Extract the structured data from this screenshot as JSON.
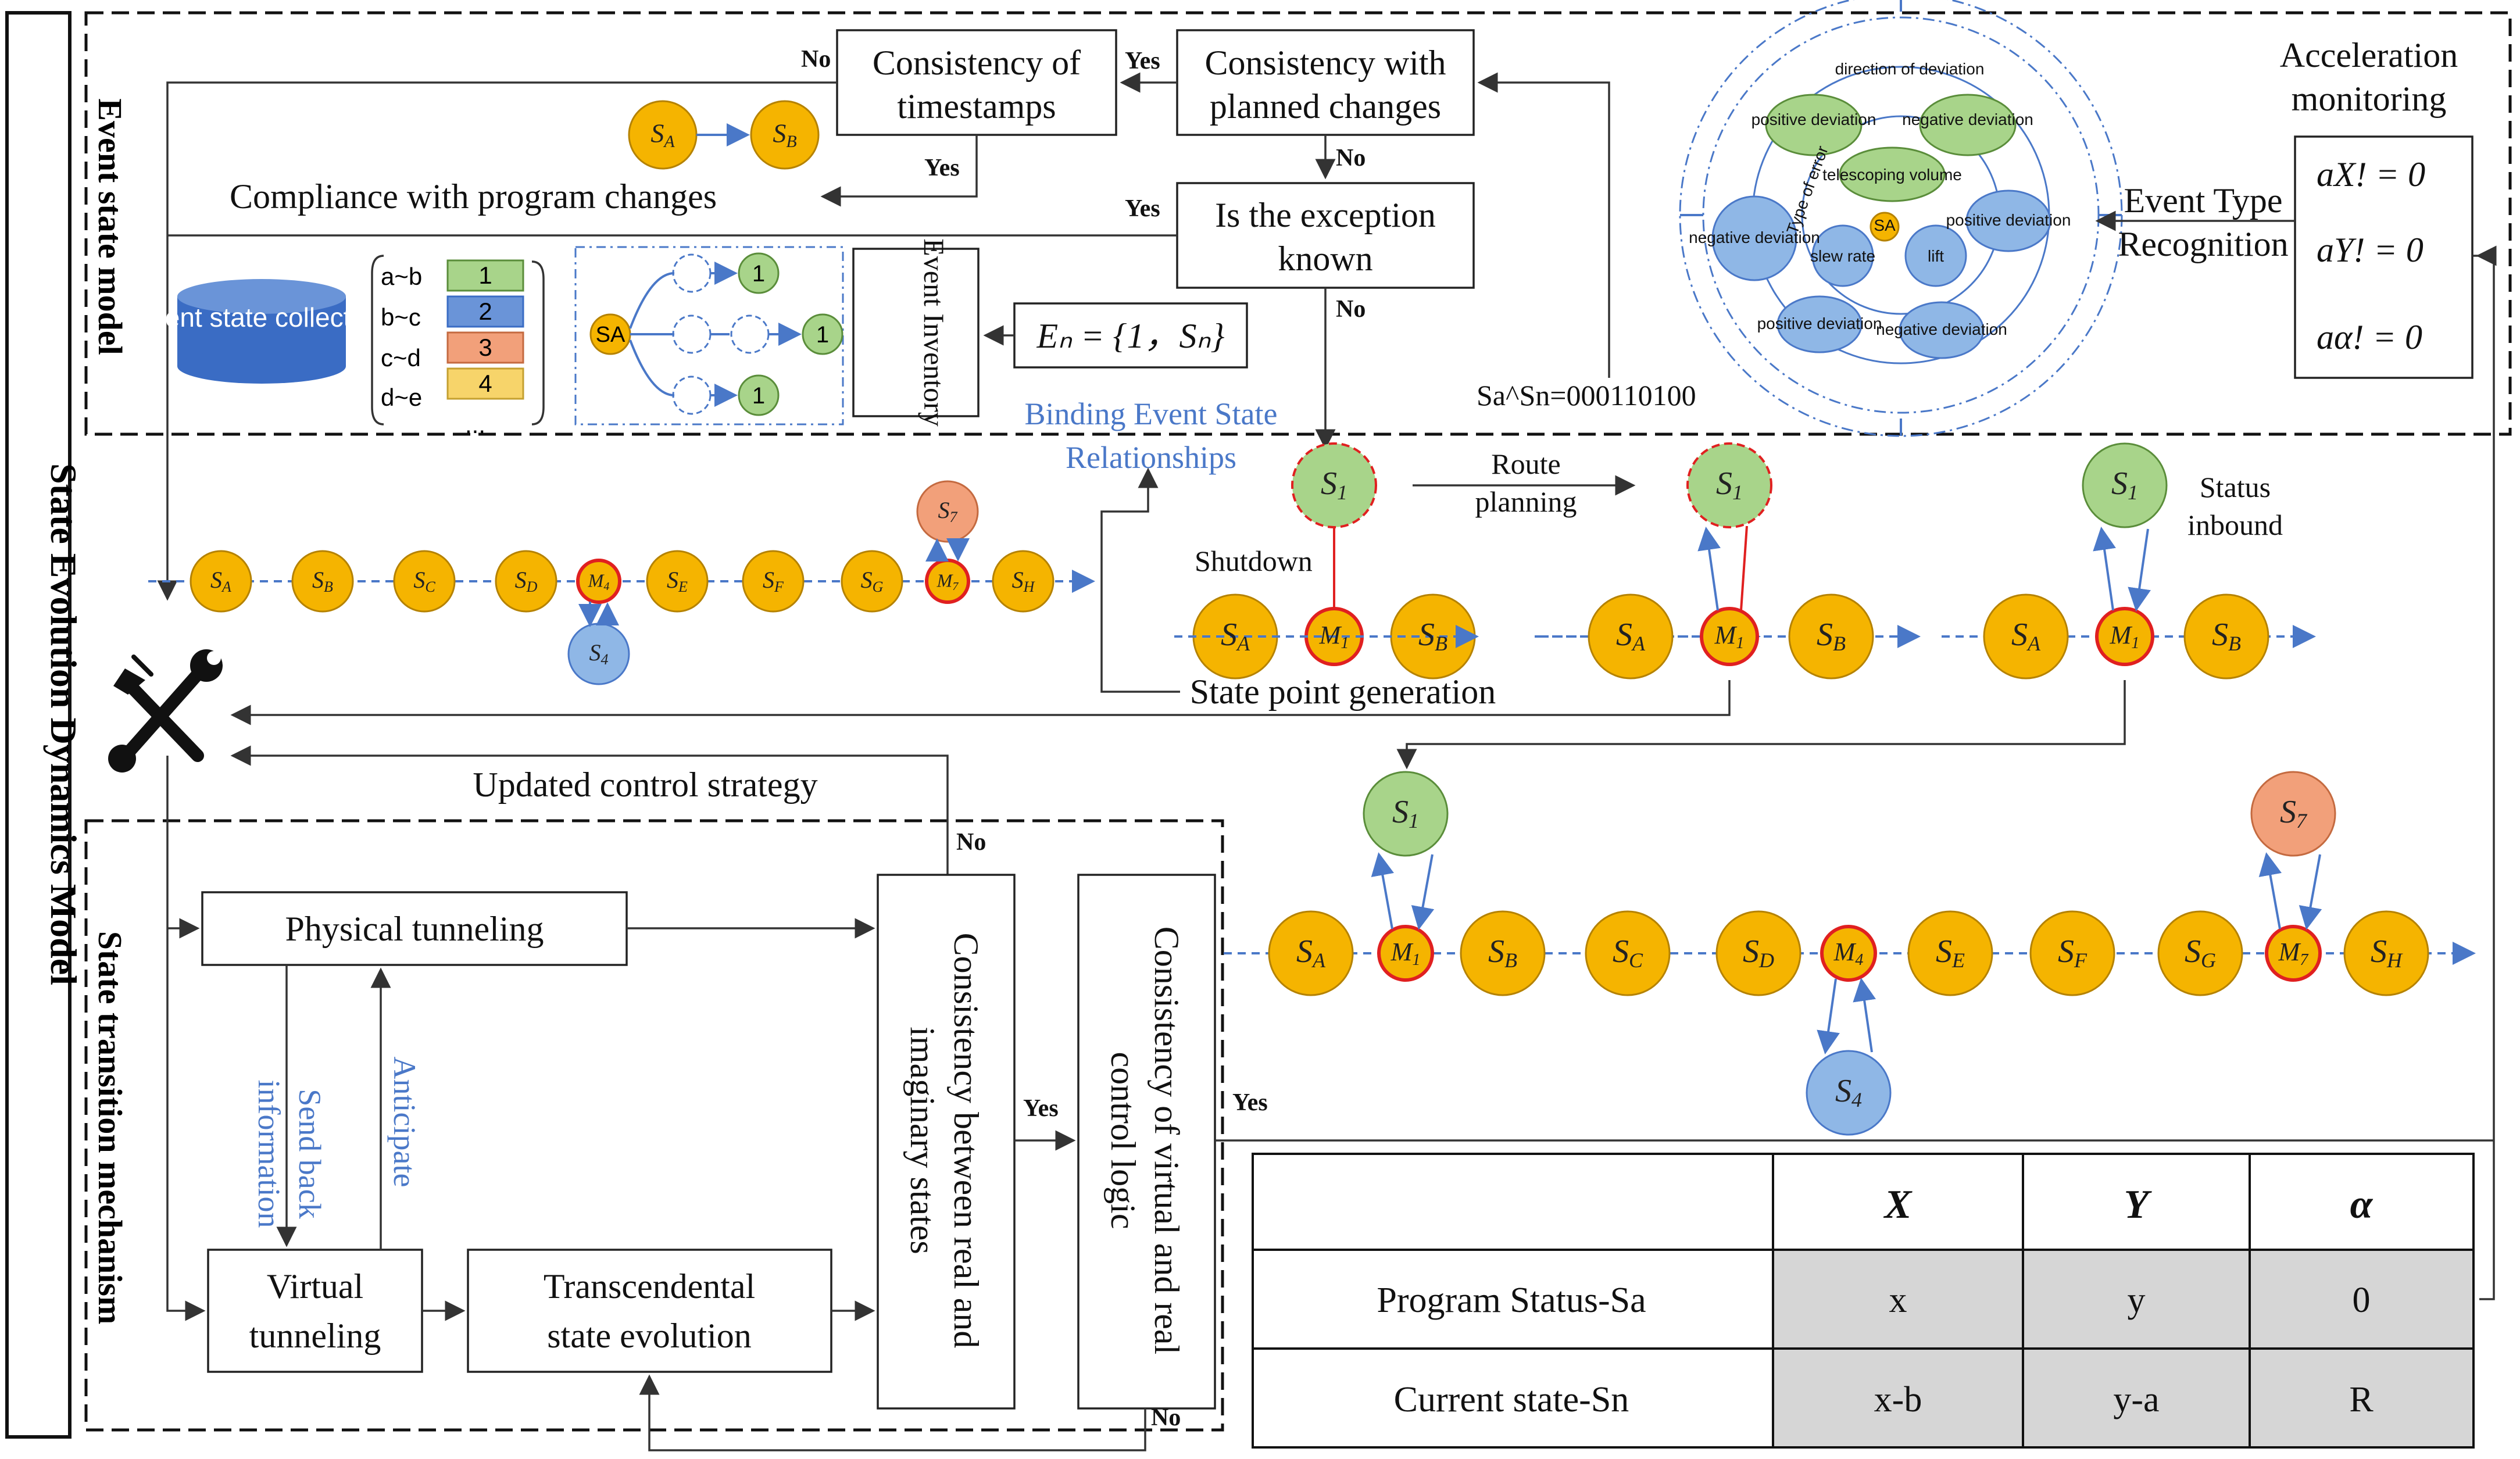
{
  "title": "State Evolution Dynamics Model",
  "event_state_model": {
    "label": "Event state model",
    "consistency_timestamps": [
      "Consistency of",
      "timestamps"
    ],
    "consistency_planned": [
      "Consistency with",
      "planned changes"
    ],
    "compliance": "Compliance with program changes",
    "exception_known": [
      "Is the exception",
      "known"
    ],
    "event_formula": "Eₙ = {1，Sₙ}",
    "event_inventory": "Event Inventory",
    "collection_label": "event state collection",
    "ranges": [
      "a~b",
      "b~c",
      "c~d",
      "d~e",
      "..."
    ],
    "range_values": [
      "1",
      "2",
      "3",
      "4"
    ],
    "tree_root": "SA",
    "tree_leaf": "1",
    "xor_text": "Sa^Sn=000110100",
    "binding_text": [
      "Binding Event State",
      "Relationships"
    ],
    "yes": "Yes",
    "no": "No"
  },
  "acceleration": {
    "title": [
      "Acceleration",
      "monitoring"
    ],
    "recognition": [
      "Event Type",
      "Recognition"
    ],
    "conditions": [
      "aX! = 0",
      "aY! = 0",
      "aα! = 0"
    ]
  },
  "deviation_wheel": {
    "outer_label": "direction of deviation",
    "inner_label": "Type of error",
    "nodes": [
      "positive deviation",
      "negative deviation",
      "telescoping volume",
      "negative deviation",
      "slew rate",
      "lift",
      "positive deviation",
      "positive deviation",
      "negative deviation"
    ],
    "center": "SA"
  },
  "state_graphs": {
    "route_planning": [
      "Route",
      "planning"
    ],
    "shutdown": "Shutdown",
    "status_inbound": [
      "Status",
      "inbound"
    ],
    "state_point_generation": "State point generation",
    "updated_control_strategy": "Updated control strategy"
  },
  "state_transition": {
    "label": "State transition mechanism",
    "physical": "Physical tunneling",
    "virtual": [
      "Virtual",
      "tunneling"
    ],
    "transcendental": [
      "Transcendental",
      "state evolution"
    ],
    "send_back": [
      "Send back",
      "information"
    ],
    "anticipate": "Anticipate",
    "consistency_real_imag": [
      "Consistency between real and",
      "imaginary states"
    ],
    "consistency_control": [
      "Consistency of virtual and real",
      "control logic"
    ]
  },
  "table": {
    "headers": [
      "",
      "X",
      "Y",
      "α"
    ],
    "rows": [
      {
        "label": "Program Status-Sa",
        "cells": [
          "x",
          "y",
          "0"
        ]
      },
      {
        "label": "Current state-Sn",
        "cells": [
          "x-b",
          "y-a",
          "R"
        ]
      }
    ]
  },
  "colors": {
    "state_yellow": "#f5b400",
    "state_green": "#a8d48a",
    "state_blue": "#8fb7e6",
    "state_orange": "#f2a07a",
    "link_blue": "#4a78c8",
    "highlight_red": "#e02020",
    "table_gray": "#d6d6d6"
  }
}
